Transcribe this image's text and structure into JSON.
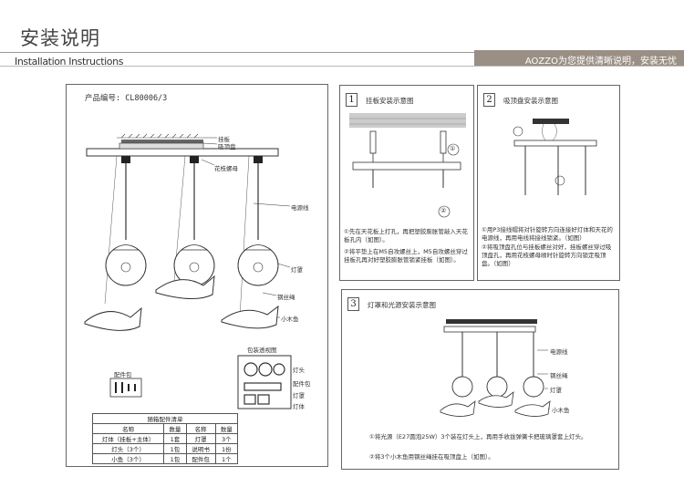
{
  "header": {
    "title": "安装说明",
    "subtitle": "Installation Instructions",
    "banner": "AOZZO为您提供清晰说明，安装无忧"
  },
  "main_panel": {
    "product_code": "产品编号: CL80006/3",
    "labels": {
      "hanging_plate": "挂板",
      "ceiling_plate": "吸顶盘",
      "flower_nut": "花枝螺母",
      "power_cord": "电源线",
      "lampshade": "灯罩",
      "steel_rope": "钢丝绳",
      "wooden_fish": "小木鱼",
      "package_view": "包装透视图",
      "accessory_pack": "配件包"
    },
    "package_labels": [
      "灯头",
      "配件包",
      "灯罩",
      "灯体"
    ],
    "parts_list": {
      "caption": "随箱配件清单",
      "headers": [
        "名称",
        "数量",
        "名称",
        "数量"
      ],
      "rows": [
        [
          "灯体（挂板+主体）",
          "1套",
          "灯罩",
          "3个"
        ],
        [
          "灯头（3个）",
          "1包",
          "说明书",
          "1份"
        ],
        [
          "小鱼（3个）",
          "1包",
          "配件包",
          "1个"
        ]
      ]
    }
  },
  "step1": {
    "number": "1",
    "title": "挂板安装示意图",
    "notes": [
      "①先在天花板上打孔，再把塑胶膨胀管敲入天花板孔内（如图）。",
      "②将平垫上在M5自攻螺丝上，M5自攻螺丝穿过挂板孔再对好塑胶膨胀管锁紧挂板（如图）。"
    ],
    "marks": [
      "①",
      "②"
    ]
  },
  "step2": {
    "number": "2",
    "title": "吸顶盘安装示意图",
    "notes": [
      "①用P3接线帽将对针旋转方向连接好灯体和天花的电源线，再用电线将接线锁紧。（如图）",
      "②将吸顶盘孔位与挂板螺丝对好，挂板螺丝穿过吸顶盘孔，再用花枝螺母顺时针旋转方向锁定吸顶盘。（如图）"
    ]
  },
  "step3": {
    "number": "3",
    "title": "灯罩和光源安装示意图",
    "labels": {
      "power_cord": "电源线",
      "steel_rope": "钢丝绳",
      "lampshade": "灯罩",
      "wooden_fish": "小木鱼"
    },
    "notes": [
      "①将光源（E27圆泡25W）3个装在灯头上，再用手收拢弹簧卡把玻璃罩套上灯头。",
      "②将3个小木鱼用钢丝绳挂在吸顶盘上（如图）。"
    ]
  }
}
